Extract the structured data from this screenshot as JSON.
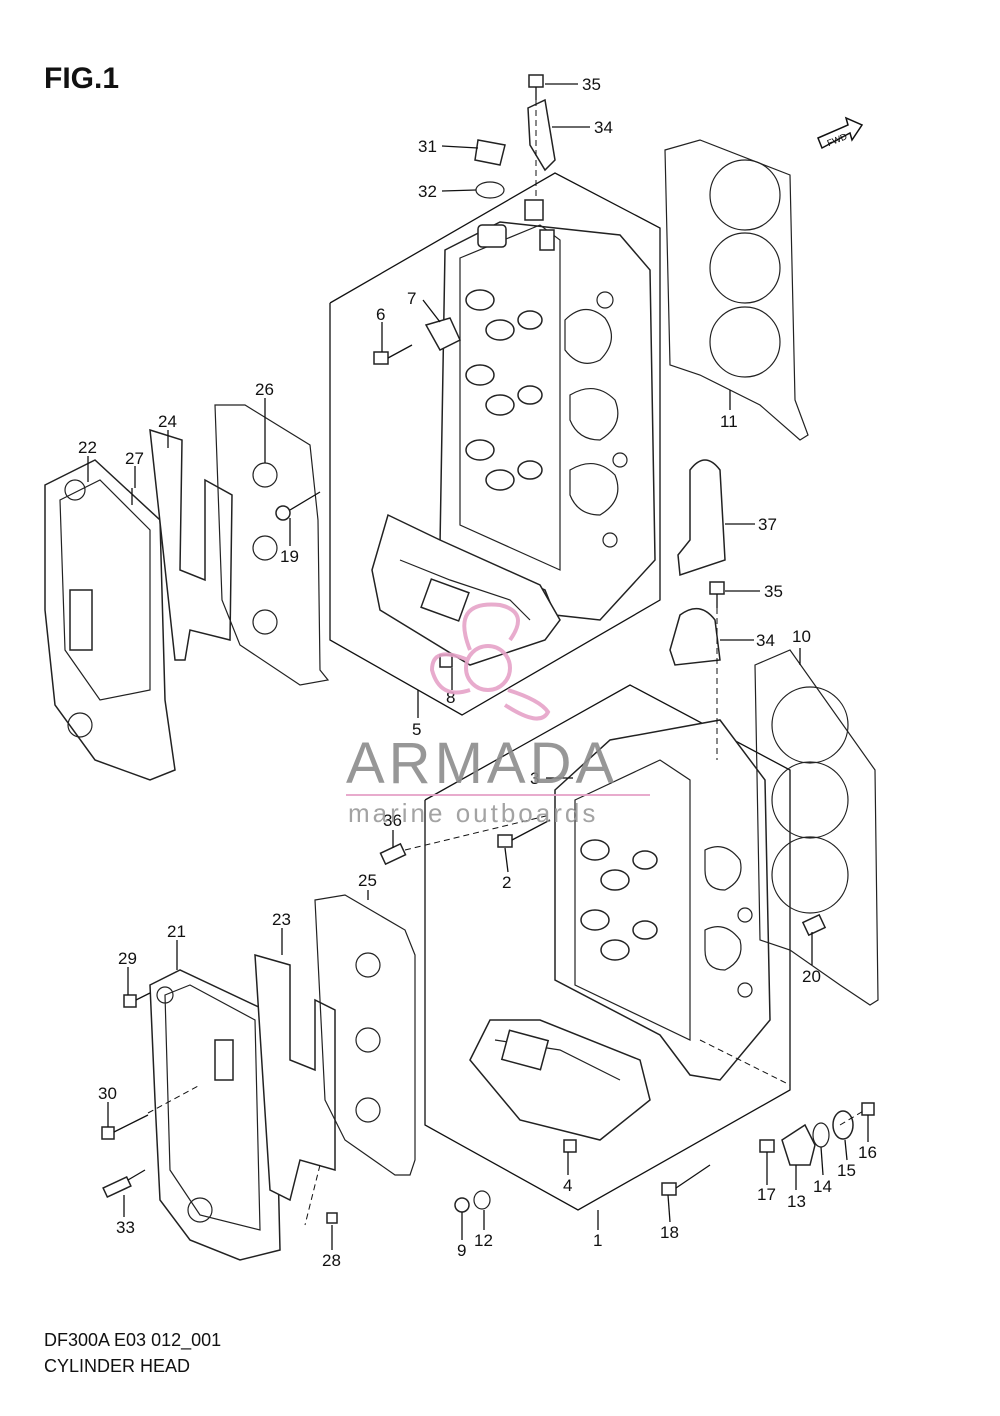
{
  "figure": {
    "title": "FIG.1",
    "code": "DF300A E03 012_001",
    "caption": "CYLINDER HEAD",
    "fwd_label": "FWD"
  },
  "watermark": {
    "brand": "ARMADA",
    "tagline": "marine outboards",
    "accent_color": "#e6a3c8",
    "text_color": "#8c8c8c"
  },
  "callouts": [
    "1",
    "2",
    "3",
    "4",
    "5",
    "6",
    "7",
    "8",
    "9",
    "10",
    "11",
    "12",
    "13",
    "14",
    "15",
    "16",
    "17",
    "18",
    "19",
    "20",
    "21",
    "22",
    "23",
    "24",
    "25",
    "26",
    "27",
    "28",
    "29",
    "30",
    "31",
    "32",
    "33",
    "34",
    "35",
    "36",
    "37"
  ],
  "callouts_dup": {
    "34b": "34",
    "35b": "35"
  }
}
